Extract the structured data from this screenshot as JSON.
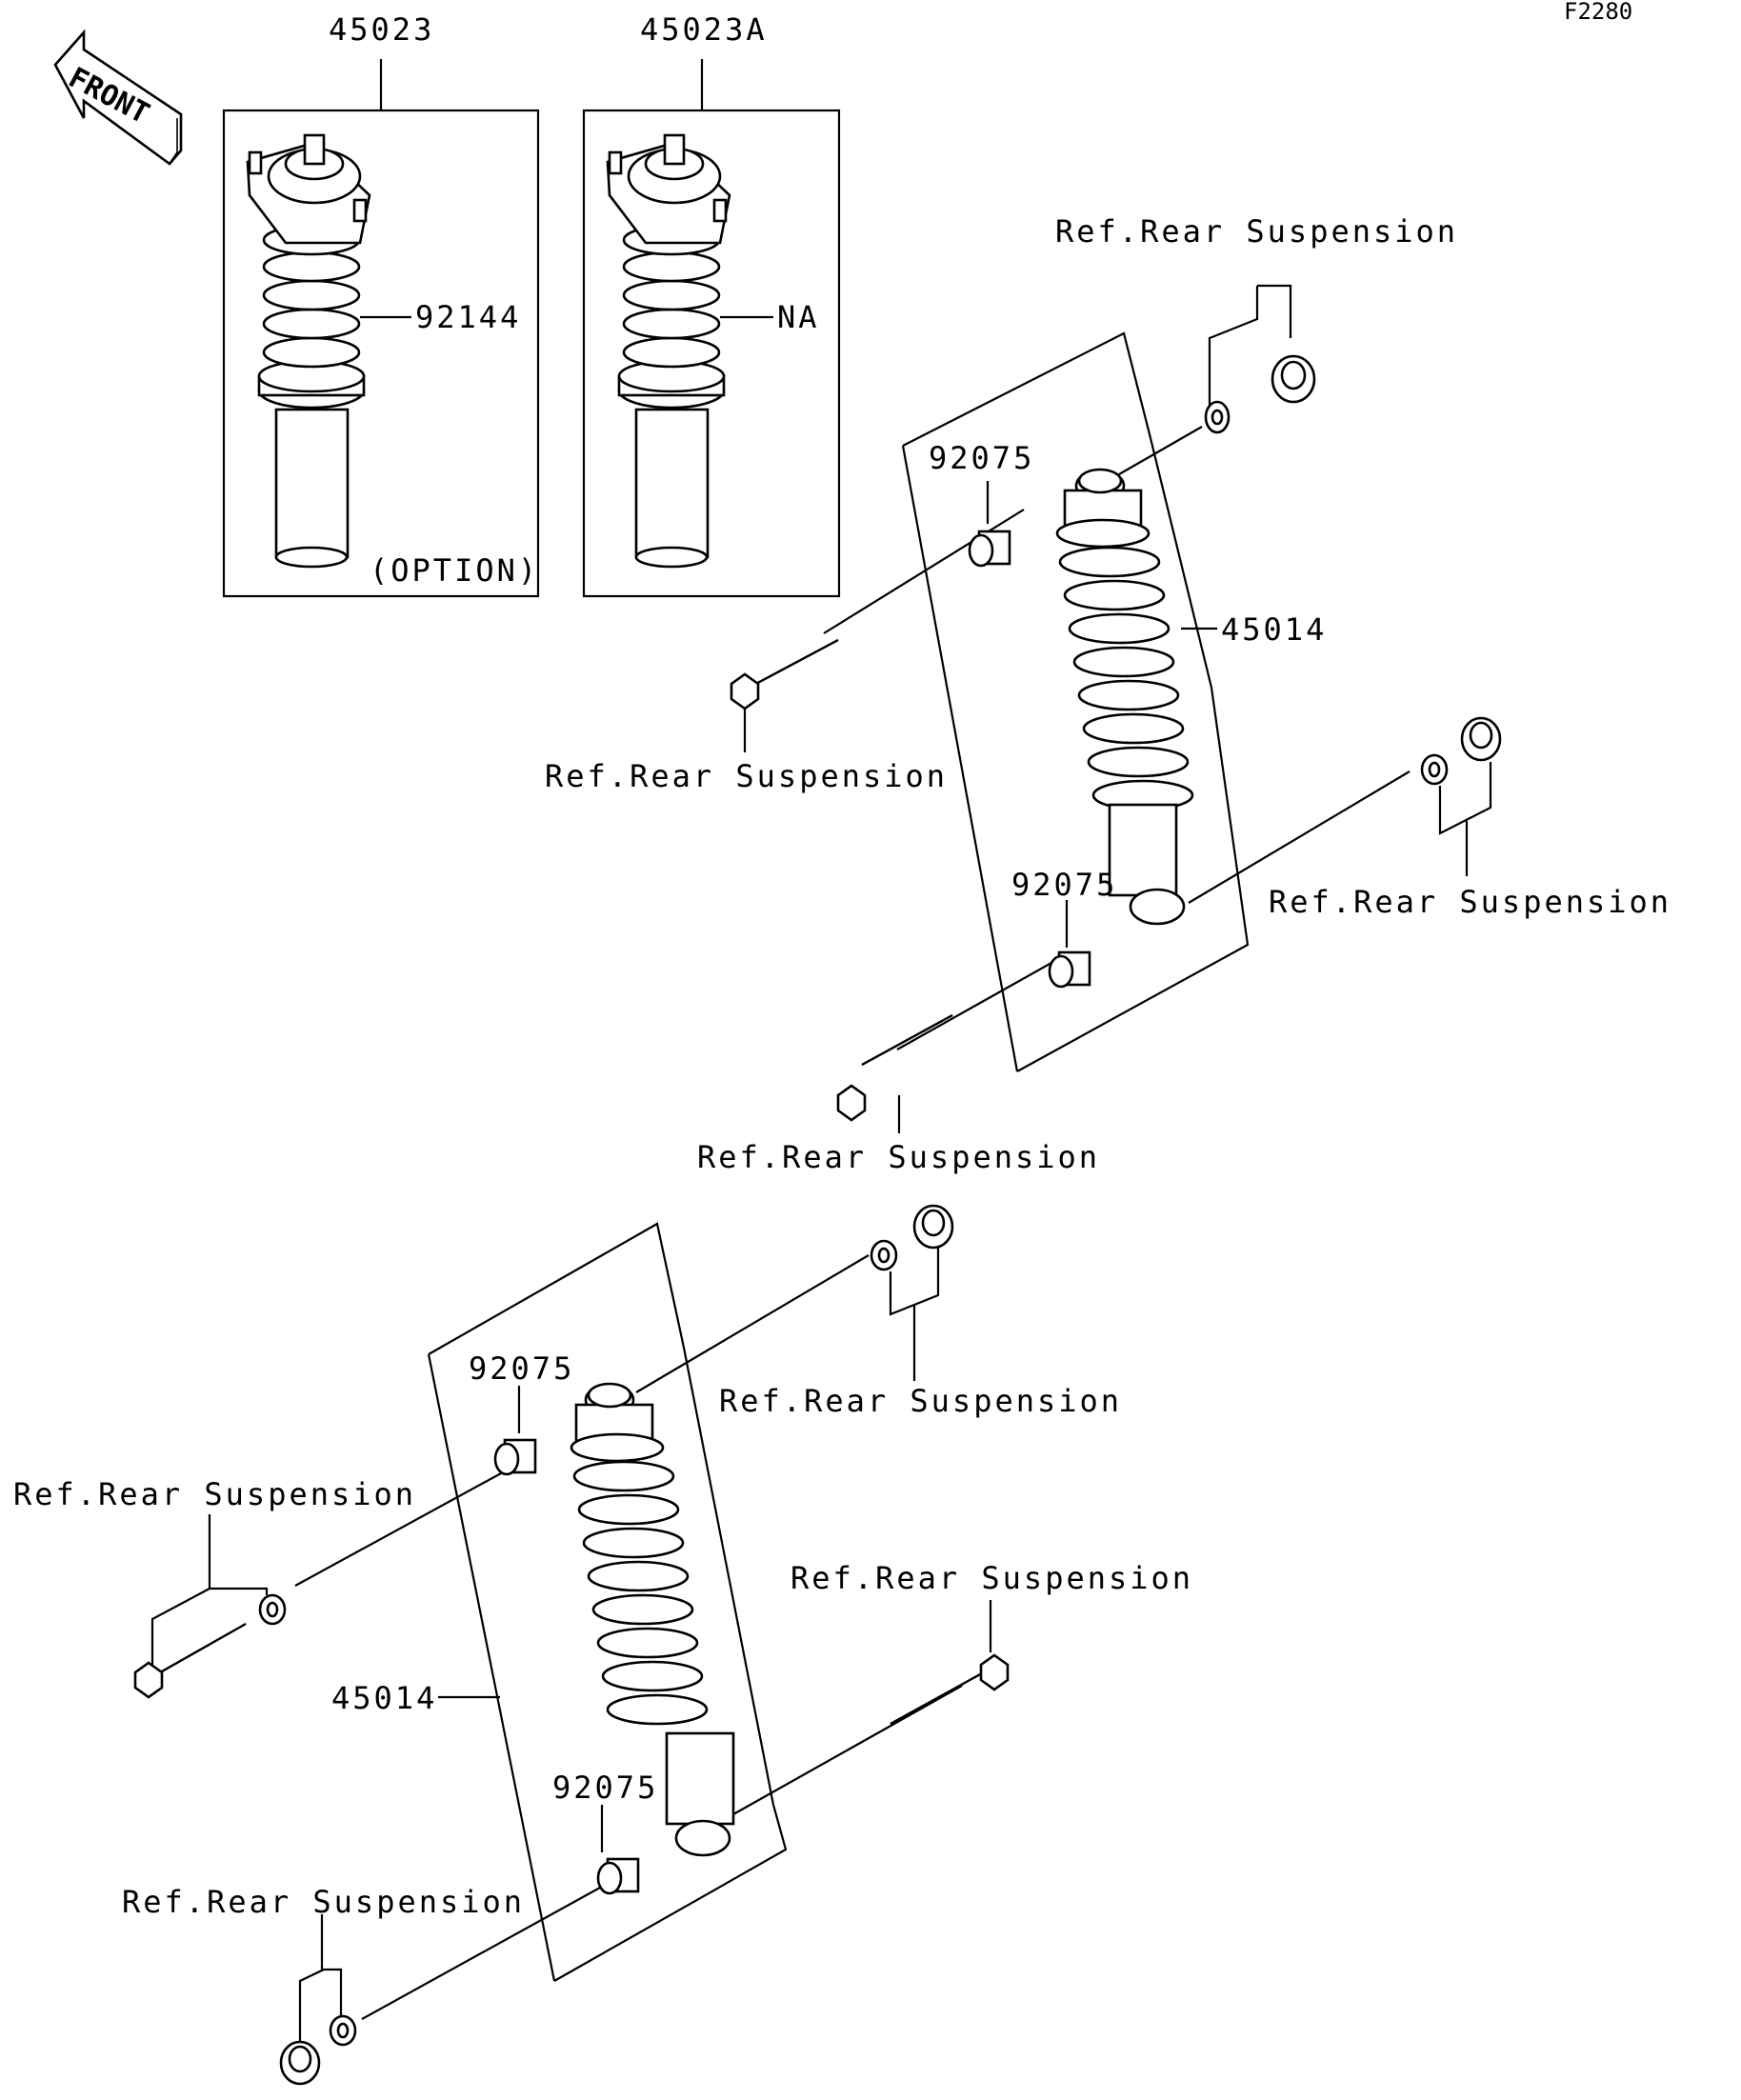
{
  "diagram": {
    "figure_code": "F2280",
    "front_label": "FRONT",
    "option_note": "(OPTION)",
    "part_numbers": {
      "assembly_left": "45023",
      "assembly_right": "45023A",
      "spring_left": "92144",
      "spring_right": "NA",
      "shock_upper": "45014",
      "shock_lower": "45014",
      "collar_1": "92075",
      "collar_2": "92075",
      "collar_3": "92075",
      "collar_4": "92075"
    },
    "references": {
      "ref_1": "Ref.Rear Suspension",
      "ref_2": "Ref.Rear Suspension",
      "ref_3": "Ref.Rear Suspension",
      "ref_4": "Ref.Rear Suspension",
      "ref_5": "Ref.Rear Suspension",
      "ref_6": "Ref.Rear Suspension",
      "ref_7": "Ref.Rear Suspension",
      "ref_8": "Ref.Rear Suspension"
    }
  }
}
